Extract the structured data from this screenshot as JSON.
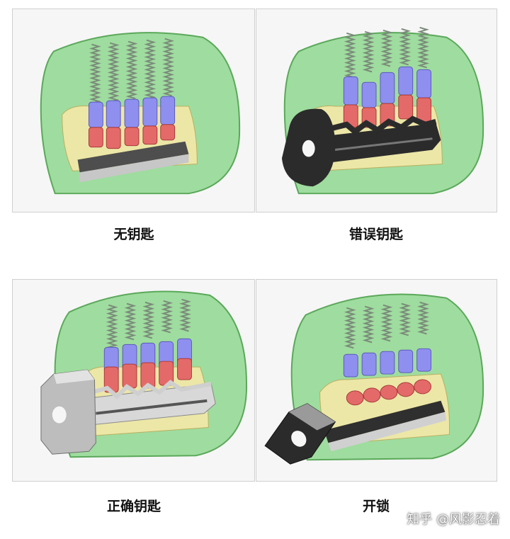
{
  "panels": [
    {
      "caption": "无钥匙",
      "state": "no-key"
    },
    {
      "caption": "错误钥匙",
      "state": "wrong-key"
    },
    {
      "caption": "正确钥匙",
      "state": "correct-key"
    },
    {
      "caption": "开锁",
      "state": "unlock"
    }
  ],
  "watermark": "知乎 @风影忍着",
  "colors": {
    "housing": "#9fdc9f",
    "housing_edge": "#5aa85a",
    "plug": "#ece7a7",
    "driver_pin": "#8f8ff0",
    "key_pin": "#e46a6a",
    "key_dark": "#2b2b2b",
    "key_silver": "#b8b8b8"
  }
}
